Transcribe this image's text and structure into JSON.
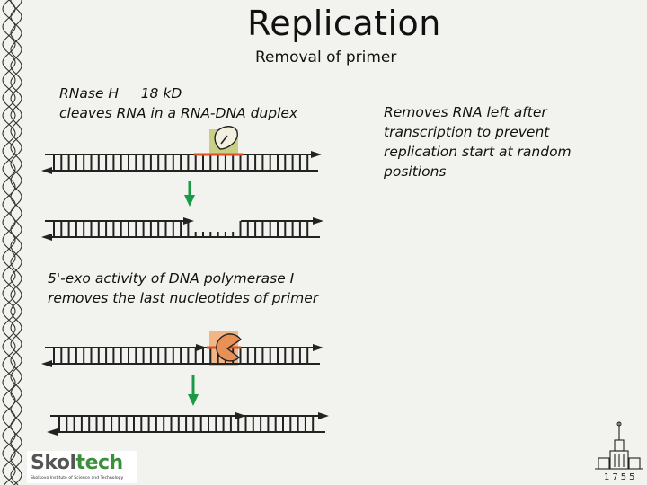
{
  "slide": {
    "title": "Replication",
    "subtitle": "Removal of primer"
  },
  "rnase_label": {
    "line1": "RNase H     18 kD",
    "line2": "cleaves RNA in a RNA-DNA duplex"
  },
  "exo_label": {
    "line1": "5'-exo activity of DNA polymerase I",
    "line2": "removes the last nucleotides of primer"
  },
  "note": {
    "lines": [
      "Removes RNA left after",
      "transcription to prevent",
      "replication start at random",
      "positions"
    ]
  },
  "logo": {
    "part1": "Skol",
    "part2": "tech",
    "tagline": "Skolkovo Institute of Science and Technology"
  },
  "msu_year": "1755",
  "colors": {
    "primer": "#e0501e",
    "arrow": "#1a9a44",
    "enzyme_bg_rnase": "#c9cf84",
    "enzyme_bg_pol": "#f2b585",
    "pacman": "#e79157",
    "strand": "#222222"
  }
}
